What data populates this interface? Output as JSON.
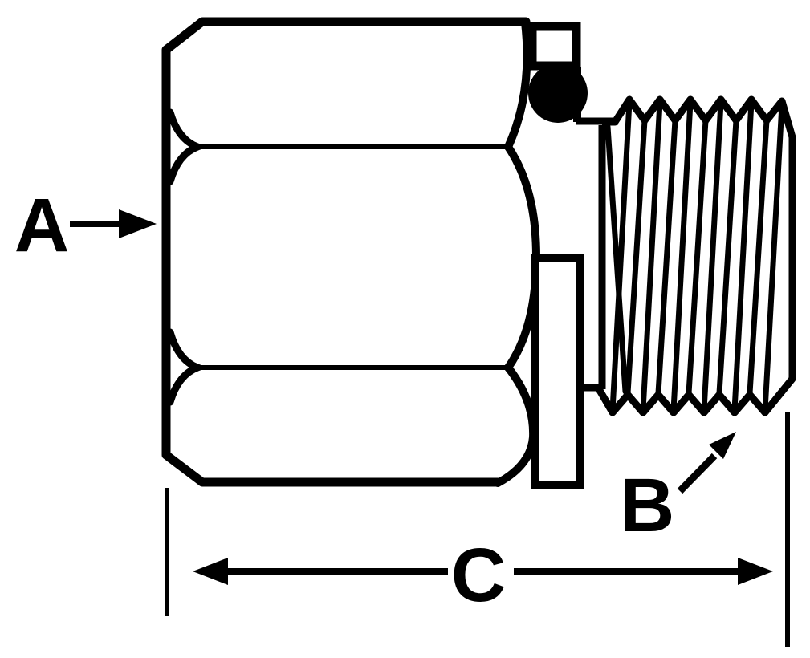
{
  "canvas": {
    "background": "#ffffff",
    "ink": "#000000"
  },
  "callouts": {
    "a": {
      "text": "A"
    },
    "b": {
      "text": "B"
    },
    "c": {
      "text": "C"
    }
  }
}
